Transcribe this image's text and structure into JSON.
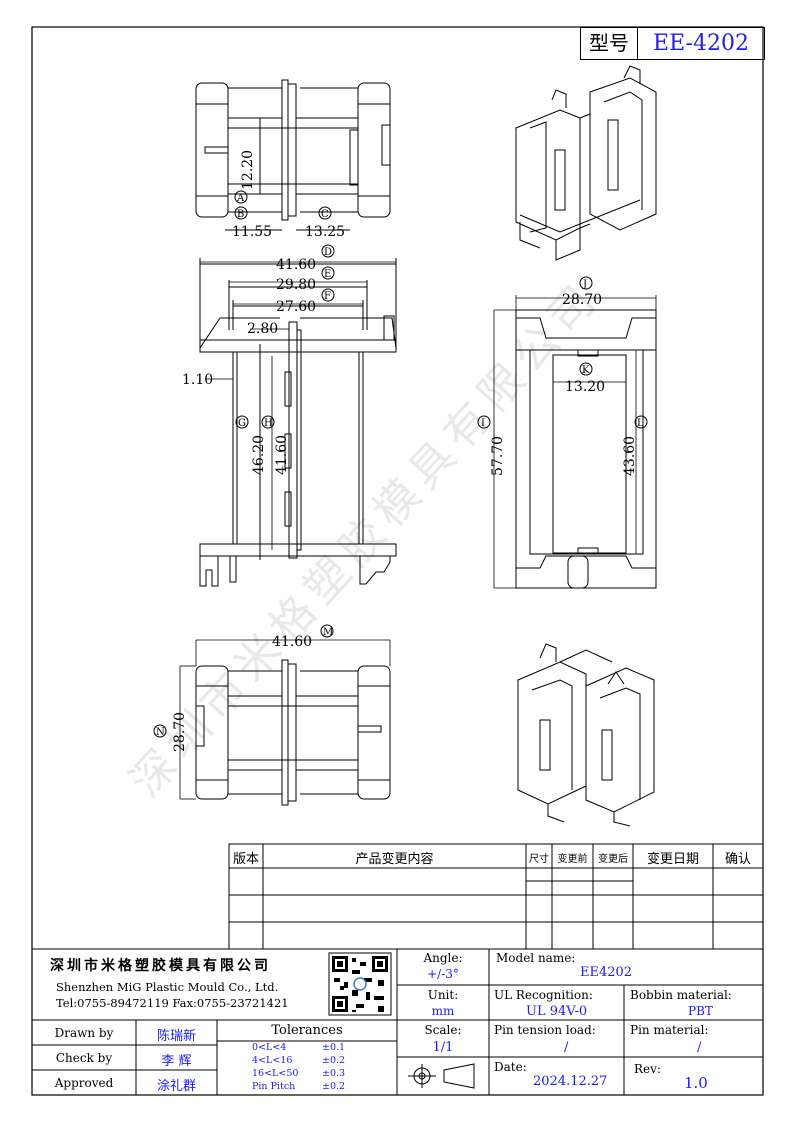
{
  "header": {
    "type_label": "型号",
    "type_value": "EE-4202"
  },
  "watermark": "深圳市米格塑胶模具有限公司",
  "dimensions": {
    "A": "12.20",
    "B": "11.55",
    "C": "13.25",
    "D": "41.60",
    "E": "29.80",
    "F": "27.60",
    "pin_width": "2.80",
    "pitch_offset": "1.10",
    "G": "46.20",
    "H": "41.60",
    "J": "28.70",
    "K": "13.20",
    "I": "57.70",
    "L": "43.60",
    "M": "41.60",
    "N": "28.70"
  },
  "markers": {
    "A": "A",
    "B": "B",
    "C": "C",
    "D": "D",
    "E": "E",
    "F": "F",
    "G": "G",
    "H": "H",
    "I": "I",
    "J": "J",
    "K": "K",
    "L": "L",
    "M": "M",
    "N": "N"
  },
  "revision_table": {
    "headers": [
      "版本",
      "产品变更内容",
      "尺寸",
      "变更前",
      "变更后",
      "变更日期",
      "确认"
    ]
  },
  "company": {
    "name_cn": "深圳市米格塑胶模具有限公司",
    "name_en": "Shenzhen MiG Plastic Mould Co., Ltd.",
    "contact": "Tel:0755-89472119   Fax:0755-23721421"
  },
  "title_block": {
    "angle_label": "Angle:",
    "angle_value": "+/-3°",
    "unit_label": "Unit:",
    "unit_value": "mm",
    "scale_label": "Scale:",
    "scale_value": "1/1",
    "model_label": "Model name:",
    "model_value": "EE4202",
    "ul_label": "UL Recognition:",
    "ul_value": "UL 94V-0",
    "bobbin_label": "Bobbin material:",
    "bobbin_value": "PBT",
    "pin_tension_label": "Pin tension load:",
    "pin_tension_value": "/",
    "pin_material_label": "Pin material:",
    "pin_material_value": "/",
    "date_label": "Date:",
    "date_value": "2024.12.27",
    "rev_label": "Rev:",
    "rev_value": "1.0",
    "drawn_label": "Drawn by",
    "drawn_value": "陈瑞新",
    "check_label": "Check by",
    "check_value": "李 辉",
    "approved_label": "Approved",
    "approved_value": "涂礼群",
    "tolerances_label": "Tolerances",
    "tolerances": [
      {
        "range": "0<L<4",
        "value": "±0.1"
      },
      {
        "range": "4<L<16",
        "value": "±0.2"
      },
      {
        "range": "16<L<50",
        "value": "±0.3"
      },
      {
        "range": "Pin Pitch",
        "value": "±0.2"
      }
    ]
  }
}
